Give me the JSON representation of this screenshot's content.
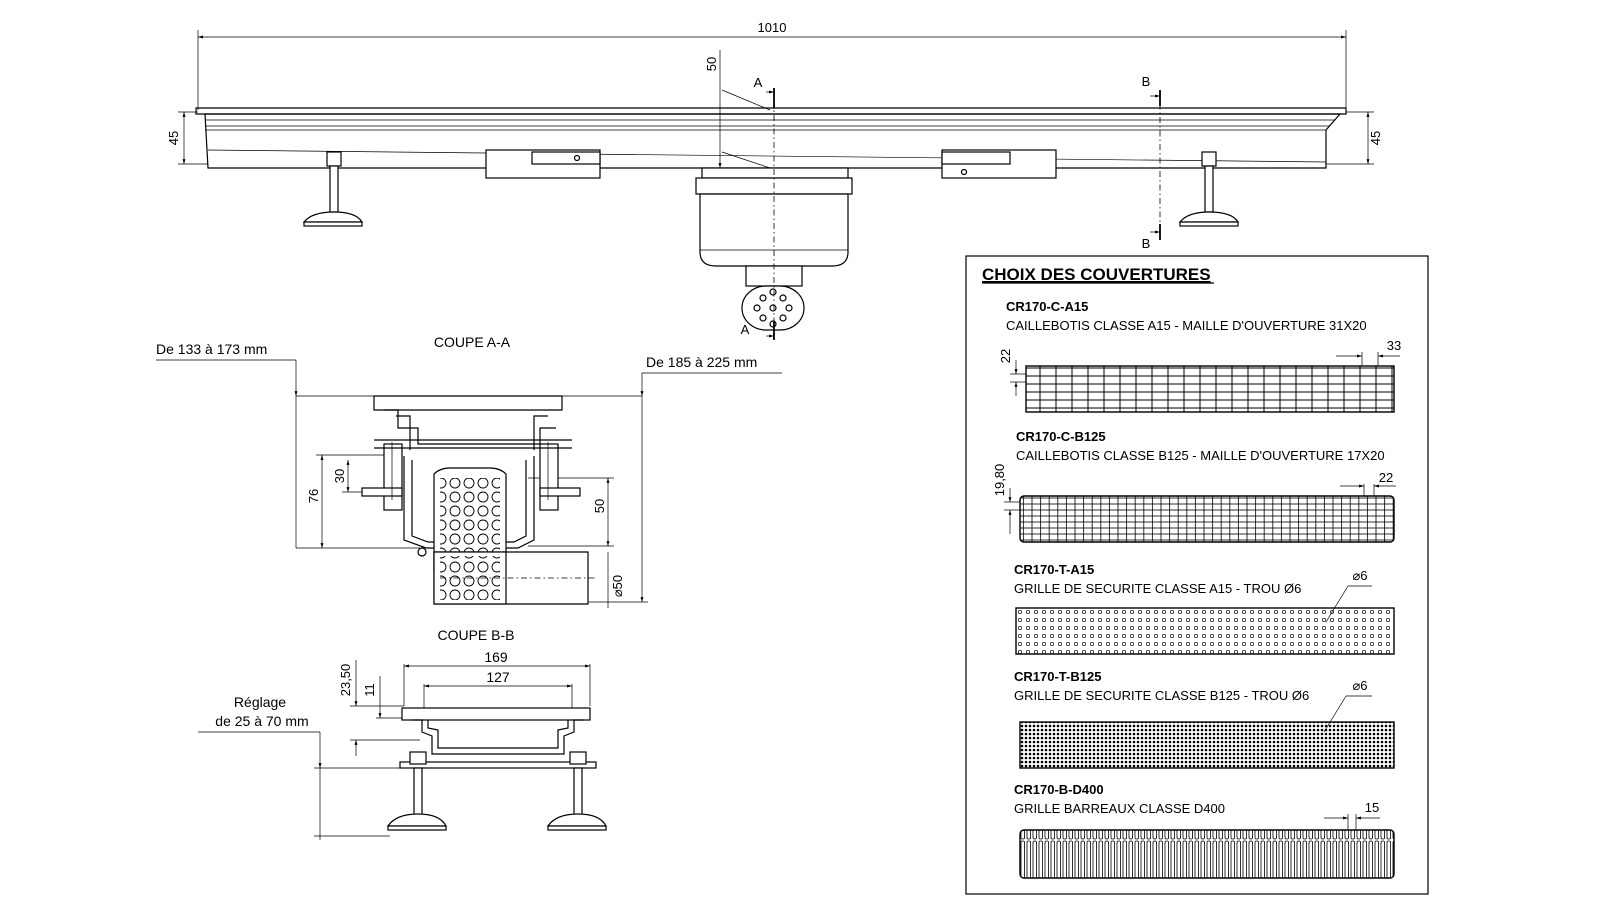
{
  "top_view": {
    "dim_length": "1010",
    "dim_depth_left": "45",
    "dim_depth_right": "45",
    "dim_outlet": "50",
    "section_a_top": "A",
    "section_a_bottom": "A",
    "section_b_top": "B",
    "section_b_bottom": "B"
  },
  "coupe_aa": {
    "title": "COUPE A-A",
    "range_left": "De 133 à 173 mm",
    "range_right": "De 185 à 225 mm",
    "dim_76": "76",
    "dim_30": "30",
    "dim_50": "50",
    "dim_diam": "⌀50"
  },
  "coupe_bb": {
    "title": "COUPE B-B",
    "dim_169": "169",
    "dim_127": "127",
    "dim_2350": "23,50",
    "dim_11": "11",
    "reglage_line1": "Réglage",
    "reglage_line2": "de  25 à 70 mm"
  },
  "covers": {
    "title": "CHOIX DES COUVERTURES",
    "items": [
      {
        "code": "CR170-C-A15",
        "desc": "CAILLEBOTIS CLASSE A15 - MAILLE D'OUVERTURE 31X20",
        "dim_side": "22",
        "dim_top": "33"
      },
      {
        "code": "CR170-C-B125",
        "desc": "CAILLEBOTIS CLASSE B125 - MAILLE D'OUVERTURE 17X20",
        "dim_side": "19,80",
        "dim_top": "22"
      },
      {
        "code": "CR170-T-A15",
        "desc": "GRILLE DE SECURITE CLASSE A15 - TROU Ø6",
        "dim_top": "⌀6"
      },
      {
        "code": "CR170-T-B125",
        "desc": "GRILLE DE SECURITE CLASSE B125 - TROU Ø6",
        "dim_top": "⌀6"
      },
      {
        "code": "CR170-B-D400",
        "desc": "GRILLE BARREAUX CLASSE D400",
        "dim_top": "15"
      }
    ]
  }
}
